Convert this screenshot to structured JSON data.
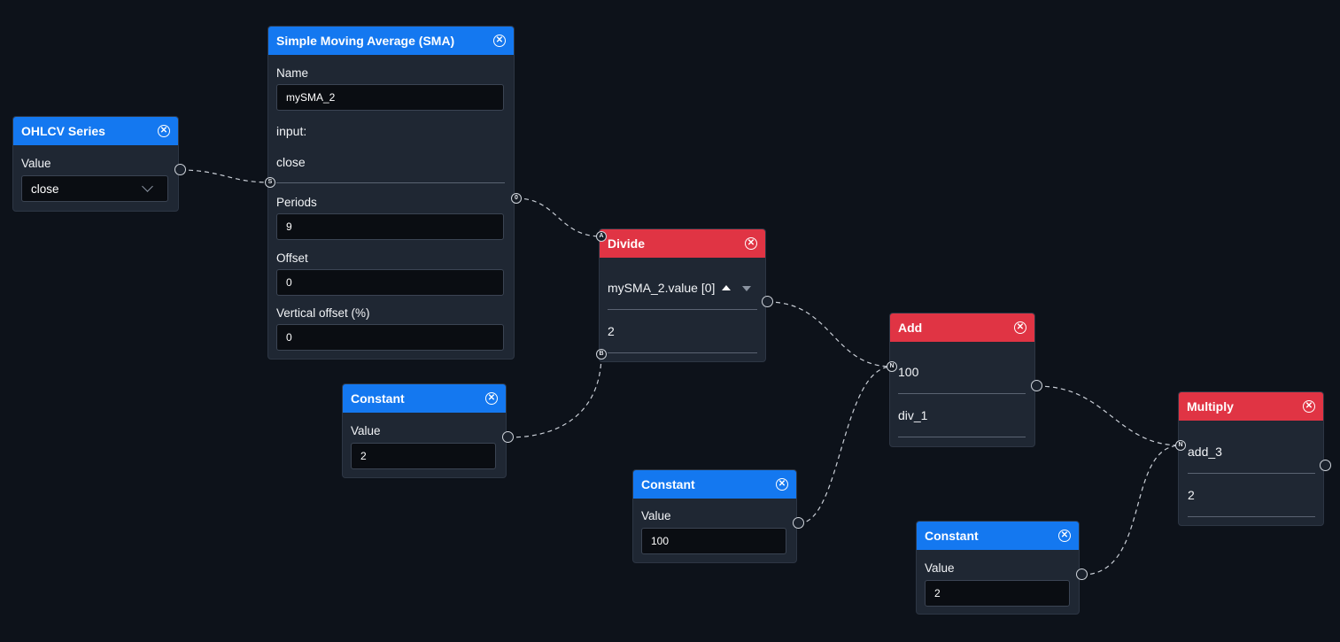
{
  "nodes": {
    "ohlcv": {
      "title": "OHLCV Series",
      "value_label": "Value",
      "value": "close"
    },
    "sma": {
      "title": "Simple Moving Average (SMA)",
      "name_label": "Name",
      "name_value": "mySMA_2",
      "input_label": "input:",
      "input_value": "close",
      "periods_label": "Periods",
      "periods_value": "9",
      "offset_label": "Offset",
      "offset_value": "0",
      "voffset_label": "Vertical offset (%)",
      "voffset_value": "0",
      "input_pin": "S",
      "output_pin": "0"
    },
    "constant1": {
      "title": "Constant",
      "value_label": "Value",
      "value": "2"
    },
    "divide": {
      "title": "Divide",
      "a_value": "mySMA_2.value [0]",
      "b_value": "2",
      "a_pin": "A",
      "b_pin": "B"
    },
    "constant2": {
      "title": "Constant",
      "value_label": "Value",
      "value": "100"
    },
    "add": {
      "title": "Add",
      "n1_value": "100",
      "n2_value": "div_1",
      "pin": "N"
    },
    "constant3": {
      "title": "Constant",
      "value_label": "Value",
      "value": "2"
    },
    "multiply": {
      "title": "Multiply",
      "n1_value": "add_3",
      "n2_value": "2",
      "pin": "N"
    }
  },
  "icons": {
    "close": "close-circle-icon",
    "dropdown": "chevron-down-icon",
    "increment": "triangle-up-icon",
    "decrement": "triangle-down-icon"
  },
  "colors": {
    "canvas": "#0d121a",
    "node_bg": "#1f2733",
    "header_blue": "#1478f0",
    "header_red": "#e03444",
    "input_bg": "#0a0d12"
  }
}
